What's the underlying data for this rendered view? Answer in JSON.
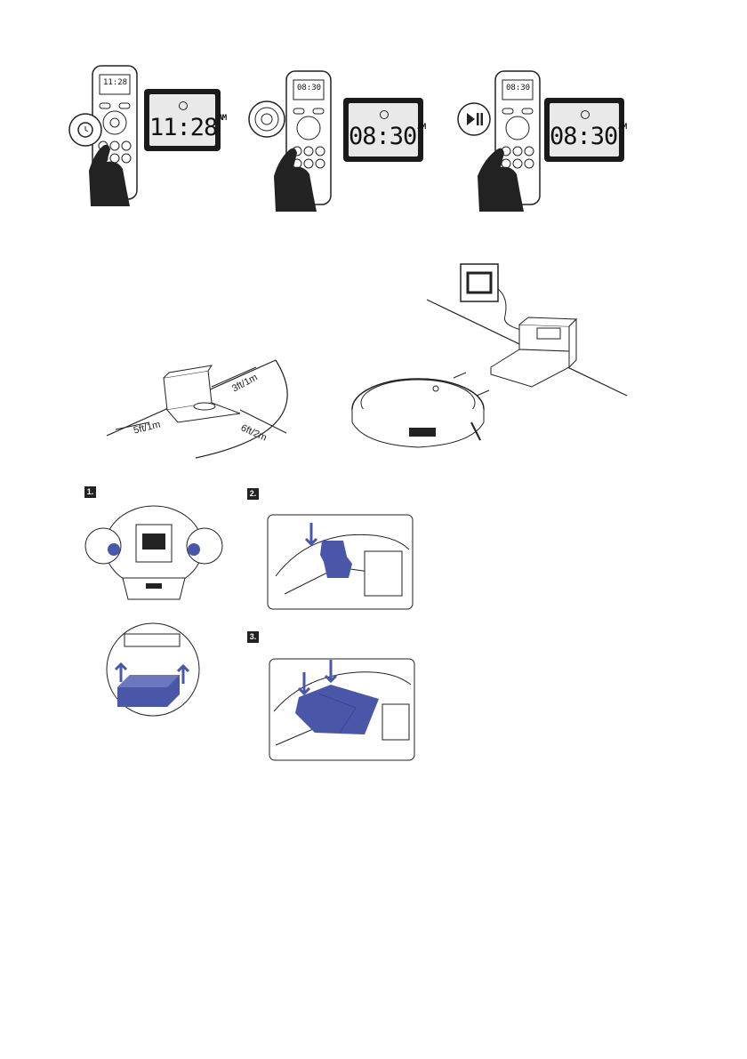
{
  "remote_panels": [
    {
      "time": "11:28",
      "ampm": "AM",
      "mini_time": "11:28",
      "highlight": "clock-button-icon"
    },
    {
      "time": "08:30",
      "ampm": "AM",
      "mini_time": "08:30",
      "highlight": "direction-pad-icon"
    },
    {
      "time": "08:30",
      "ampm": "AM",
      "mini_time": "08:30",
      "highlight": "play-pause-icon"
    }
  ],
  "dock_clearance": {
    "left": "5ft/1m",
    "top_right": "3ft/1m",
    "front": "6ft/2m"
  },
  "battery_steps": {
    "step1": "1.",
    "step2": "2.",
    "step3": "3."
  },
  "colors": {
    "accent": "#4a57a8",
    "line": "#222222",
    "screen_bezel": "#1a1a1a"
  }
}
